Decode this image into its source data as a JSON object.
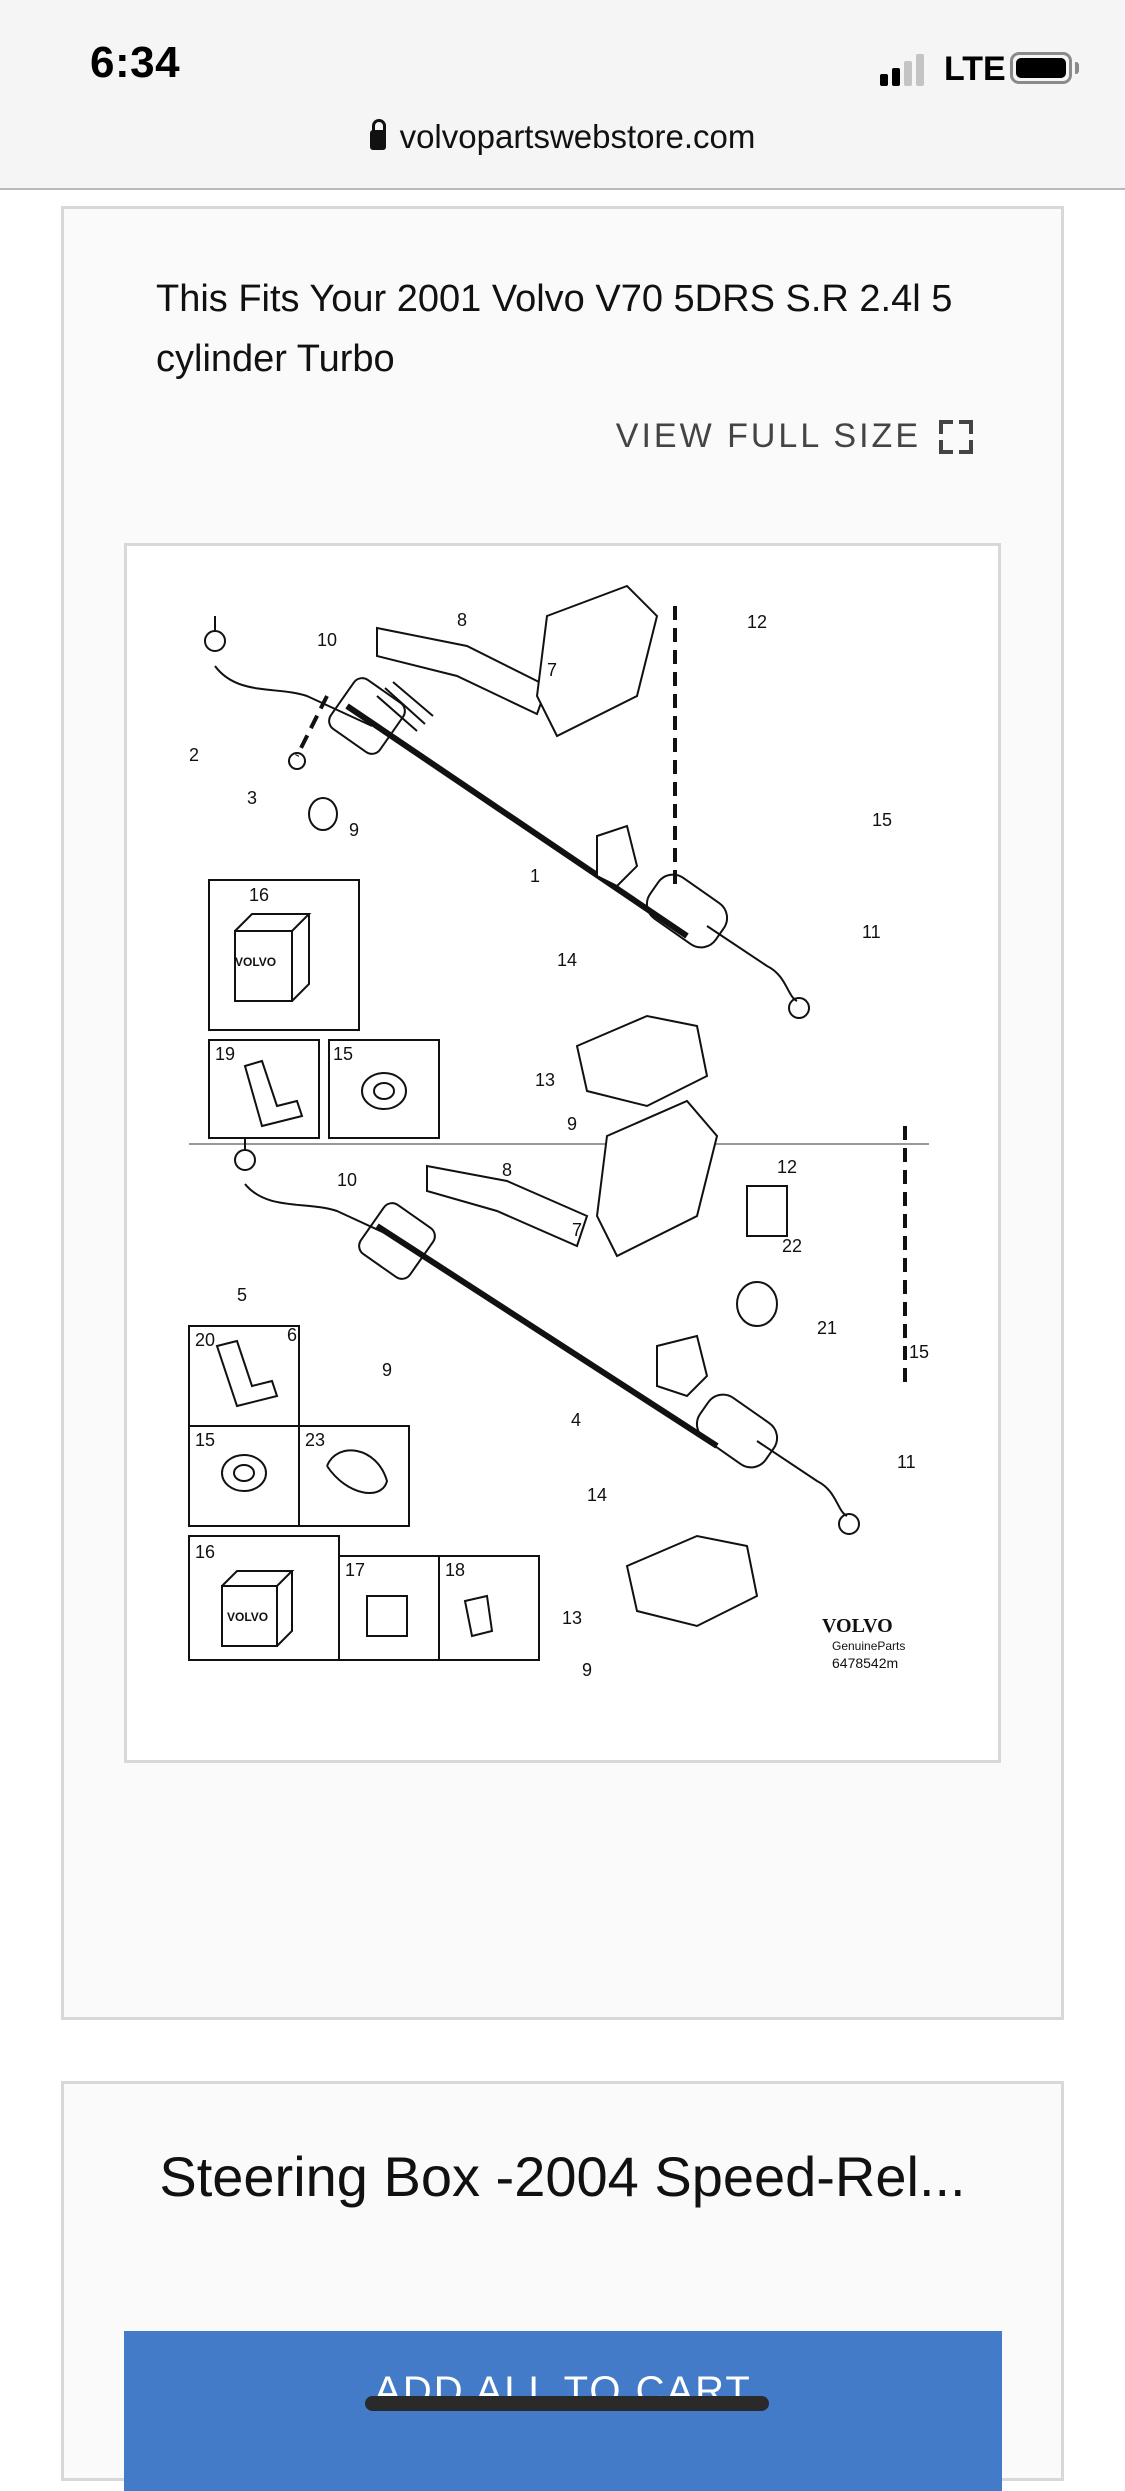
{
  "status_bar": {
    "time": "6:34",
    "network": "LTE",
    "signal_bars_active": 2,
    "signal_bars_total": 4,
    "battery_level": "full"
  },
  "browser": {
    "url": "volvopartswebstore.com",
    "secure_icon": "lock-icon"
  },
  "fitment_card": {
    "fits_text": "This Fits Your 2001 Volvo V70 5DRS S.R 2.4l 5 cylinder Turbo",
    "view_full_size_label": "VIEW FULL SIZE",
    "view_full_size_icon": "expand-icon",
    "diagram": {
      "upper_callouts": [
        "1",
        "2",
        "3",
        "7",
        "8",
        "9",
        "9",
        "10",
        "11",
        "12",
        "13",
        "14",
        "15",
        "15",
        "16",
        "19"
      ],
      "lower_callouts": [
        "4",
        "5",
        "6",
        "7",
        "8",
        "9",
        "9",
        "10",
        "11",
        "12",
        "13",
        "14",
        "15",
        "15",
        "16",
        "17",
        "18",
        "20",
        "21",
        "22",
        "23"
      ],
      "brand_mark": "VOLVO",
      "brand_sub": "GenuineParts",
      "diagram_code": "6478542m",
      "box_logo": "VOLVO"
    }
  },
  "product_card": {
    "title": "Steering Box -2004 Speed-Rel...",
    "add_button_label": "ADD ALL TO CART"
  },
  "colors": {
    "button_blue": "#447bc8",
    "card_border": "#d8d8d8",
    "card_bg": "#fafafa"
  }
}
